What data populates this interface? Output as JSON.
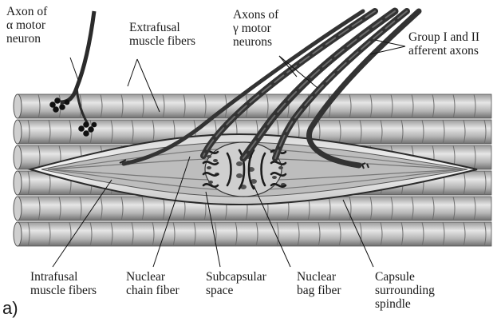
{
  "panel_label": "a)",
  "labels": {
    "alpha_axon": [
      "Axon of",
      "α motor",
      "neuron"
    ],
    "extrafusal": [
      "Extrafusal",
      "muscle fibers"
    ],
    "gamma_axons": [
      "Axons of",
      "γ motor",
      "neurons"
    ],
    "afferent": [
      "Group I and II",
      "afferent axons"
    ],
    "intrafusal": [
      "Intrafusal",
      "muscle fibers"
    ],
    "chain": [
      "Nuclear",
      "chain fiber"
    ],
    "subcapsular": [
      "Subcapsular",
      "space"
    ],
    "bag": [
      "Nuclear",
      "bag fiber"
    ],
    "capsule": [
      "Capsule",
      "surrounding",
      "spindle"
    ]
  }
}
